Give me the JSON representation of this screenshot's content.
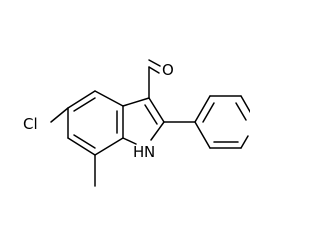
{
  "molecule": {
    "atom_labels": {
      "oxygen": "O",
      "chlorine": "Cl",
      "nitrogen": "N",
      "hydrogen": "H"
    },
    "colors": {
      "bond": "#000000",
      "label": "#000000",
      "background": "#ffffff"
    }
  }
}
